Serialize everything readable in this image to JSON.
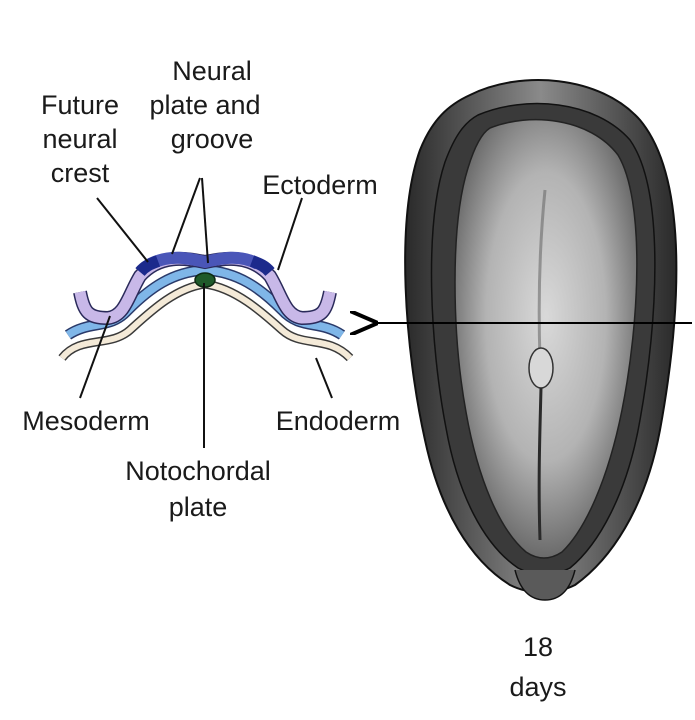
{
  "labels": {
    "neural_plate_1": "Neural",
    "neural_plate_2": "plate and",
    "neural_plate_3": "groove",
    "future_crest_1": "Future",
    "future_crest_2": "neural",
    "future_crest_3": "crest",
    "ectoderm": "Ectoderm",
    "mesoderm": "Mesoderm",
    "endoderm": "Endoderm",
    "notochord_1": "Notochordal",
    "notochord_2": "plate",
    "days_1": "18",
    "days_2": "days"
  },
  "colors": {
    "neural_plate": "#4a56b8",
    "neural_crest": "#1c2a8c",
    "ectoderm": "#c8b8e8",
    "mesoderm": "#7fb6e8",
    "endoderm": "#f4ead8",
    "notochord": "#1f5a2a"
  }
}
